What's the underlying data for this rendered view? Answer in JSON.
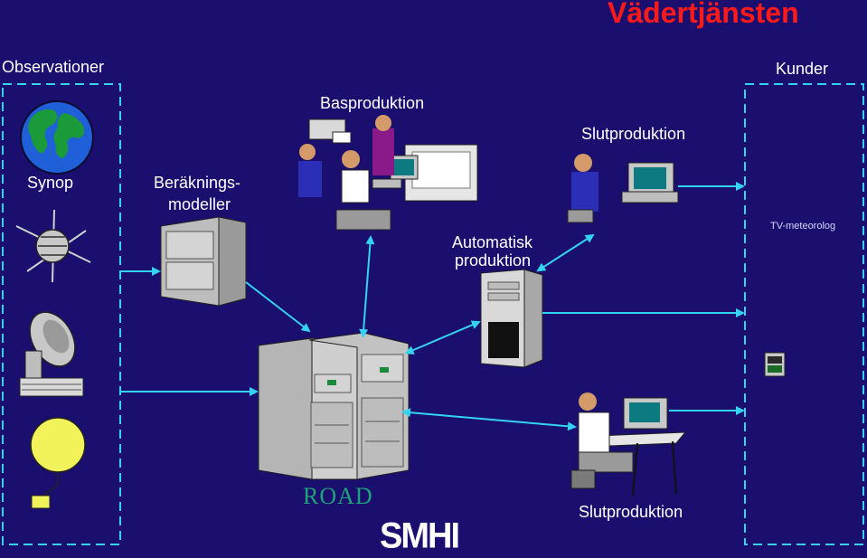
{
  "title": "Vädertjänsten",
  "groups": {
    "observations": "Observationer",
    "customers": "Kunder"
  },
  "labels": {
    "synop": "Synop",
    "models_line1": "Beräknings-",
    "models_line2": "modeller",
    "base_production": "Basproduktion",
    "final_production_top": "Slutproduktion",
    "automatic_line1": "Automatisk",
    "automatic_line2": "produktion",
    "final_production_bottom": "Slutproduktion",
    "tv_meteorologist": "TV-meteorolog",
    "road": "ROAD",
    "logo": "SMHI"
  },
  "colors": {
    "background": "#1a0e6e",
    "arrow": "#34d4f0",
    "title": "#ff1a1a",
    "road_text": "#1fa37a",
    "dashed_border": "#34d4f0"
  }
}
